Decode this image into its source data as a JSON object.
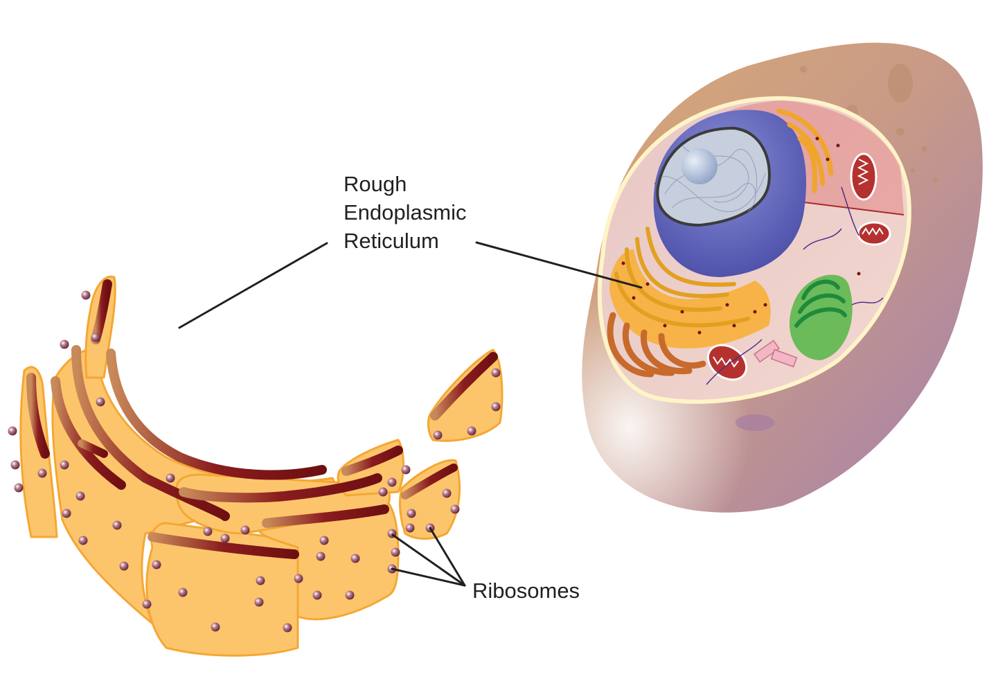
{
  "labels": {
    "rer_line1": "Rough",
    "rer_line2": "Endoplasmic",
    "rer_line3": "Reticulum",
    "ribosomes": "Ribosomes"
  },
  "colors": {
    "er_fill": "#fdc56b",
    "er_outline": "#f4a734",
    "er_lumen": "#7a1214",
    "ribosome": "#8c3a4e",
    "cell_body": "#c79a7e",
    "nucleus_envelope": "#5a5fb8",
    "mitochondria": "#b5312f",
    "chloroplast_like": "#2e9b46",
    "leader_line": "#231f20"
  }
}
